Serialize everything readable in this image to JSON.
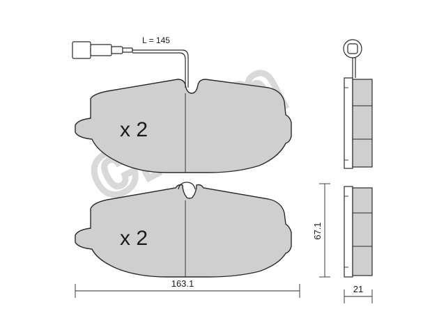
{
  "labels": {
    "wire_length": "L = 145",
    "quantity_top": "x 2",
    "quantity_bottom": "x 2",
    "width_dim": "163.1",
    "height_dim": "67.1",
    "thickness_dim": "21",
    "watermark": "cifam"
  },
  "colors": {
    "friction_material": "#cfcfcf",
    "outline": "#2a2a2a",
    "watermark": "#d2d2d2"
  }
}
